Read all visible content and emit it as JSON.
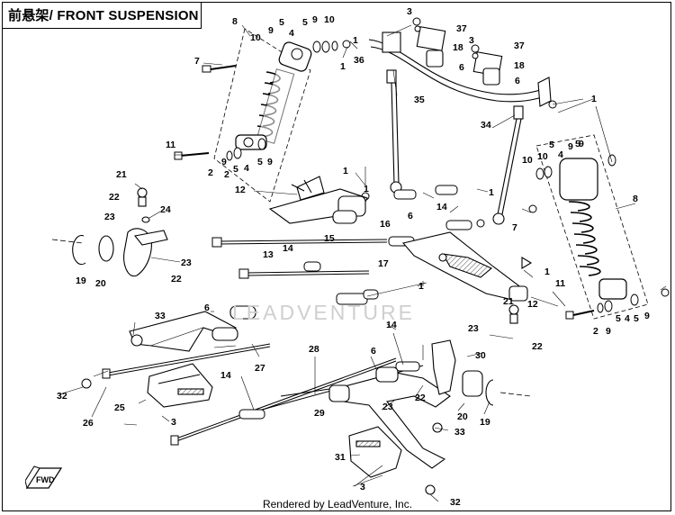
{
  "title": "前悬架/ FRONT SUSPENSION",
  "watermark": "LEADVENTURE",
  "footer": "Rendered by LeadVenture, Inc.",
  "fwd_label": "FWD",
  "callouts": [
    {
      "id": "c1",
      "t": "8"
    },
    {
      "id": "c2",
      "t": "10"
    },
    {
      "id": "c3",
      "t": "9"
    },
    {
      "id": "c4",
      "t": "5"
    },
    {
      "id": "c5",
      "t": "4"
    },
    {
      "id": "c6",
      "t": "5"
    },
    {
      "id": "c7",
      "t": "9"
    },
    {
      "id": "c8",
      "t": "10"
    },
    {
      "id": "c9",
      "t": "1"
    },
    {
      "id": "c10",
      "t": "1"
    },
    {
      "id": "c11",
      "t": "7"
    },
    {
      "id": "c12",
      "t": "3"
    },
    {
      "id": "c13",
      "t": "37"
    },
    {
      "id": "c14",
      "t": "18"
    },
    {
      "id": "c15",
      "t": "36"
    },
    {
      "id": "c16",
      "t": "6"
    },
    {
      "id": "c17",
      "t": "3"
    },
    {
      "id": "c18",
      "t": "37"
    },
    {
      "id": "c19",
      "t": "18"
    },
    {
      "id": "c20",
      "t": "6"
    },
    {
      "id": "c21",
      "t": "35"
    },
    {
      "id": "c22",
      "t": "1"
    },
    {
      "id": "c23",
      "t": "34"
    },
    {
      "id": "c24",
      "t": "11"
    },
    {
      "id": "c25",
      "t": "2"
    },
    {
      "id": "c26",
      "t": "2"
    },
    {
      "id": "c27",
      "t": "9"
    },
    {
      "id": "c28",
      "t": "5"
    },
    {
      "id": "c29",
      "t": "4"
    },
    {
      "id": "c30",
      "t": "5"
    },
    {
      "id": "c31",
      "t": "9"
    },
    {
      "id": "c32",
      "t": "10"
    },
    {
      "id": "c33",
      "t": "10"
    },
    {
      "id": "c34",
      "t": "9"
    },
    {
      "id": "c35",
      "t": "5"
    },
    {
      "id": "c36",
      "t": "4"
    },
    {
      "id": "c37",
      "t": "5"
    },
    {
      "id": "c38",
      "t": "9"
    },
    {
      "id": "c39",
      "t": "1"
    },
    {
      "id": "c40",
      "t": "21"
    },
    {
      "id": "c41",
      "t": "1"
    },
    {
      "id": "c42",
      "t": "12"
    },
    {
      "id": "c43",
      "t": "1"
    },
    {
      "id": "c44",
      "t": "22"
    },
    {
      "id": "c45",
      "t": "23"
    },
    {
      "id": "c46",
      "t": "24"
    },
    {
      "id": "c47",
      "t": "6"
    },
    {
      "id": "c48",
      "t": "14"
    },
    {
      "id": "c49",
      "t": "7"
    },
    {
      "id": "c50",
      "t": "16"
    },
    {
      "id": "c51",
      "t": "15"
    },
    {
      "id": "c52",
      "t": "8"
    },
    {
      "id": "c53",
      "t": "13"
    },
    {
      "id": "c54",
      "t": "14"
    },
    {
      "id": "c55",
      "t": "23"
    },
    {
      "id": "c56",
      "t": "22"
    },
    {
      "id": "c57",
      "t": "17"
    },
    {
      "id": "c58",
      "t": "19"
    },
    {
      "id": "c59",
      "t": "20"
    },
    {
      "id": "c60",
      "t": "11"
    },
    {
      "id": "c61",
      "t": "1"
    },
    {
      "id": "c62",
      "t": "12"
    },
    {
      "id": "c63",
      "t": "21"
    },
    {
      "id": "c64",
      "t": "2"
    },
    {
      "id": "c65",
      "t": "9"
    },
    {
      "id": "c66",
      "t": "5"
    },
    {
      "id": "c67",
      "t": "4"
    },
    {
      "id": "c68",
      "t": "5"
    },
    {
      "id": "c69",
      "t": "9"
    },
    {
      "id": "c70",
      "t": "33"
    },
    {
      "id": "c71",
      "t": "6"
    },
    {
      "id": "c72",
      "t": "14"
    },
    {
      "id": "c73",
      "t": "23"
    },
    {
      "id": "c74",
      "t": "22"
    },
    {
      "id": "c75",
      "t": "1"
    },
    {
      "id": "c76",
      "t": "27"
    },
    {
      "id": "c77",
      "t": "28"
    },
    {
      "id": "c78",
      "t": "6"
    },
    {
      "id": "c79",
      "t": "30"
    },
    {
      "id": "c80",
      "t": "32"
    },
    {
      "id": "c81",
      "t": "26"
    },
    {
      "id": "c82",
      "t": "14"
    },
    {
      "id": "c83",
      "t": "22"
    },
    {
      "id": "c84",
      "t": "25"
    },
    {
      "id": "c85",
      "t": "23"
    },
    {
      "id": "c86",
      "t": "20"
    },
    {
      "id": "c87",
      "t": "19"
    },
    {
      "id": "c88",
      "t": "3"
    },
    {
      "id": "c89",
      "t": "29"
    },
    {
      "id": "c90",
      "t": "33"
    },
    {
      "id": "c91",
      "t": "31"
    },
    {
      "id": "c92",
      "t": "3"
    },
    {
      "id": "c93",
      "t": "32"
    }
  ]
}
